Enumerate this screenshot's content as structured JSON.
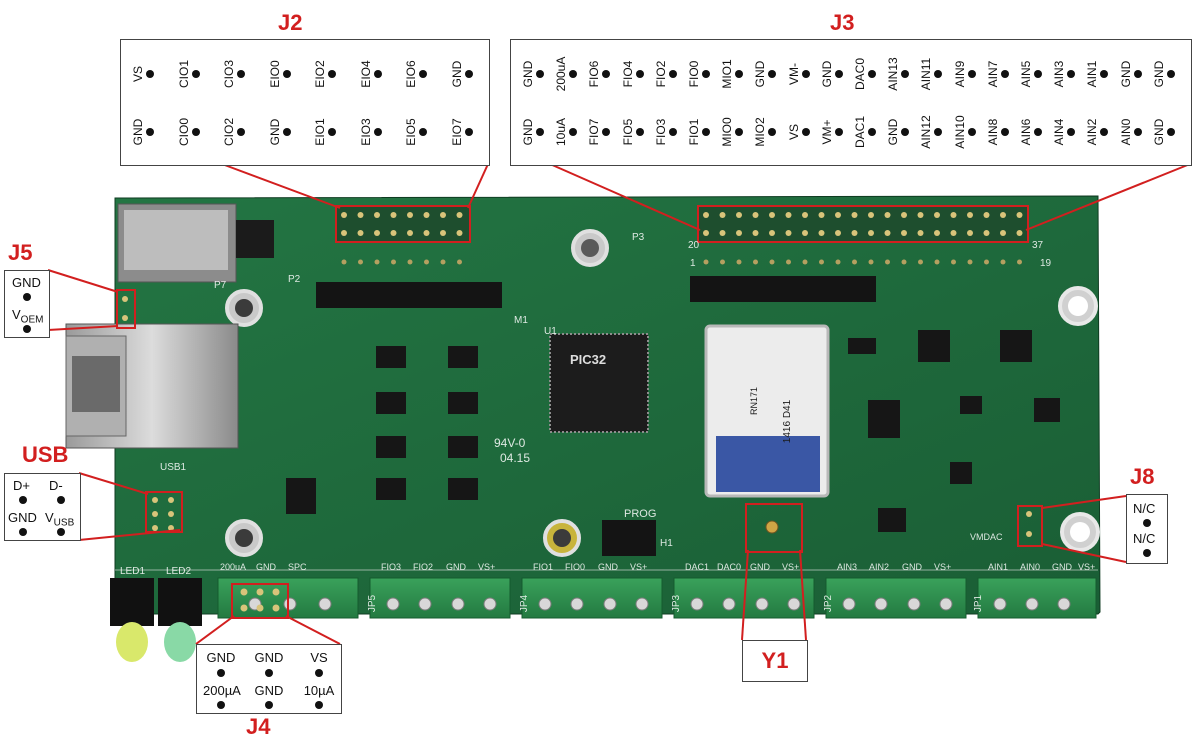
{
  "headers": {
    "j2": "J2",
    "j3": "J3",
    "j5": "J5",
    "usb": "USB",
    "j8": "J8",
    "j4": "J4",
    "y1": "Y1"
  },
  "j2": {
    "top": [
      "VS",
      "CIO1",
      "CIO3",
      "EIO0",
      "EIO2",
      "EIO4",
      "EIO6",
      "GND"
    ],
    "bottom": [
      "GND",
      "CIO0",
      "CIO2",
      "GND",
      "EIO1",
      "EIO3",
      "EIO5",
      "EIO7"
    ]
  },
  "j3": {
    "top": [
      "GND",
      "200uA",
      "FIO6",
      "FIO4",
      "FIO2",
      "FIO0",
      "MIO1",
      "GND",
      "VM-",
      "GND",
      "DAC0",
      "AIN13",
      "AIN11",
      "AIN9",
      "AIN7",
      "AIN5",
      "AIN3",
      "AIN1",
      "GND",
      "GND"
    ],
    "bottom": [
      "GND",
      "10uA",
      "FIO7",
      "FIO5",
      "FIO3",
      "FIO1",
      "MIO0",
      "MIO2",
      "VS",
      "VM+",
      "DAC1",
      "GND",
      "AIN12",
      "AIN10",
      "AIN8",
      "AIN6",
      "AIN4",
      "AIN2",
      "AIN0",
      "GND"
    ]
  },
  "j5": {
    "gnd": "GND",
    "voem_main": "V",
    "voem_sub": "OEM"
  },
  "usb": {
    "dplus": "D+",
    "dminus": "D-",
    "gnd": "GND",
    "vusb_main": "V",
    "vusb_sub": "USB"
  },
  "j8": {
    "nc1": "N/C",
    "nc2": "N/C"
  },
  "j4": {
    "row1": [
      "GND",
      "GND",
      "VS"
    ],
    "row2": [
      "200µA",
      "GND",
      "10µA"
    ]
  },
  "board": {
    "silk_p2": "P2",
    "silk_p3": "P3",
    "silk_p7": "P7",
    "silk_u1": "U1",
    "silk_m1": "M1",
    "silk_94v": "94V-0",
    "silk_date": "04.15",
    "silk_usb1": "USB1",
    "silk_prog": "PROG",
    "silk_h1": "H1",
    "silk_led1": "LED1",
    "silk_led2": "LED2",
    "silk_20": "20",
    "silk_37": "37",
    "silk_1": "1",
    "silk_19": "19",
    "silk_jp1": "JP1",
    "silk_jp2": "JP2",
    "silk_jp3": "JP3",
    "silk_jp4": "JP4",
    "silk_jp5": "JP5",
    "silk_vmdac": "VMDAC",
    "terminal_labels": [
      "200uA",
      "GND",
      "SPC",
      "FIO3",
      "FIO2",
      "GND",
      "VS+",
      "FIO1",
      "FIO0",
      "GND",
      "VS+",
      "DAC1",
      "DAC0",
      "GND",
      "VS+",
      "AIN3",
      "AIN2",
      "GND",
      "VS+",
      "AIN1",
      "AIN0",
      "GND",
      "VS+"
    ],
    "mcu_brand": "PIC32",
    "module_text": "RN171",
    "module_code": "1416 D41"
  },
  "colors": {
    "pcb": "#1f6b3a",
    "pcb_dark": "#174f2b",
    "accent_red": "#d21f1f",
    "terminal_green": "#2f8d4c"
  }
}
